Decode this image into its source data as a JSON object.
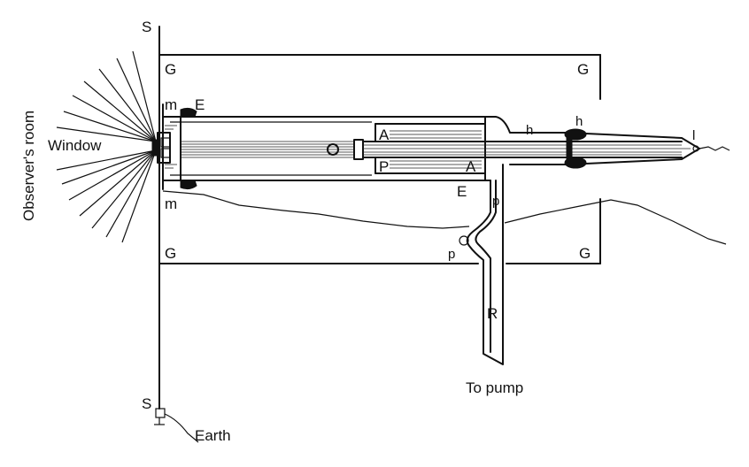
{
  "labels": {
    "observers_room": "Observer's room",
    "window": "Window",
    "earth": "Earth",
    "to_pump": "To pump",
    "s_top": "S",
    "s_bottom": "S",
    "g_top_left": "G",
    "g_top_right": "G",
    "g_bottom_left": "G",
    "g_bottom_right": "G",
    "m_top": "m",
    "m_bottom": "m",
    "e_top": "E",
    "e_bottom": "E",
    "a_upper": "A",
    "a_lower": "A",
    "p_piston": "P",
    "h_left": "h",
    "h_right": "h",
    "l_tip": "l",
    "p_upper": "p",
    "p_lower": "p",
    "r_tube": "R"
  }
}
